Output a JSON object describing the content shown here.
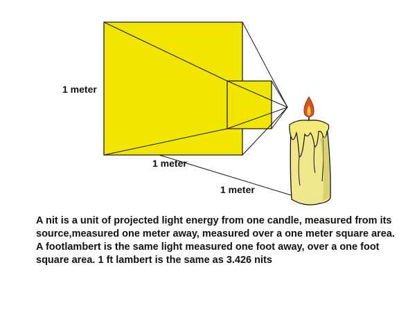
{
  "diagram": {
    "labels": {
      "square_height": "1 meter",
      "square_width": "1 meter",
      "distance": "1 meter"
    },
    "caption": "A nit is a unit of projected light energy from one candle, measured from its source,measured one meter away, measured over a one meter square area.  A footlambert is the same light measured one foot away, over a one foot square area.  1 ft lambert is the same as 3.426 nits",
    "colors": {
      "square_fill": "#f2e600",
      "candle_wax": "#f0e68c",
      "flame_outer": "#d9531e",
      "flame_inner": "#f5c542",
      "line": "#111111"
    }
  }
}
